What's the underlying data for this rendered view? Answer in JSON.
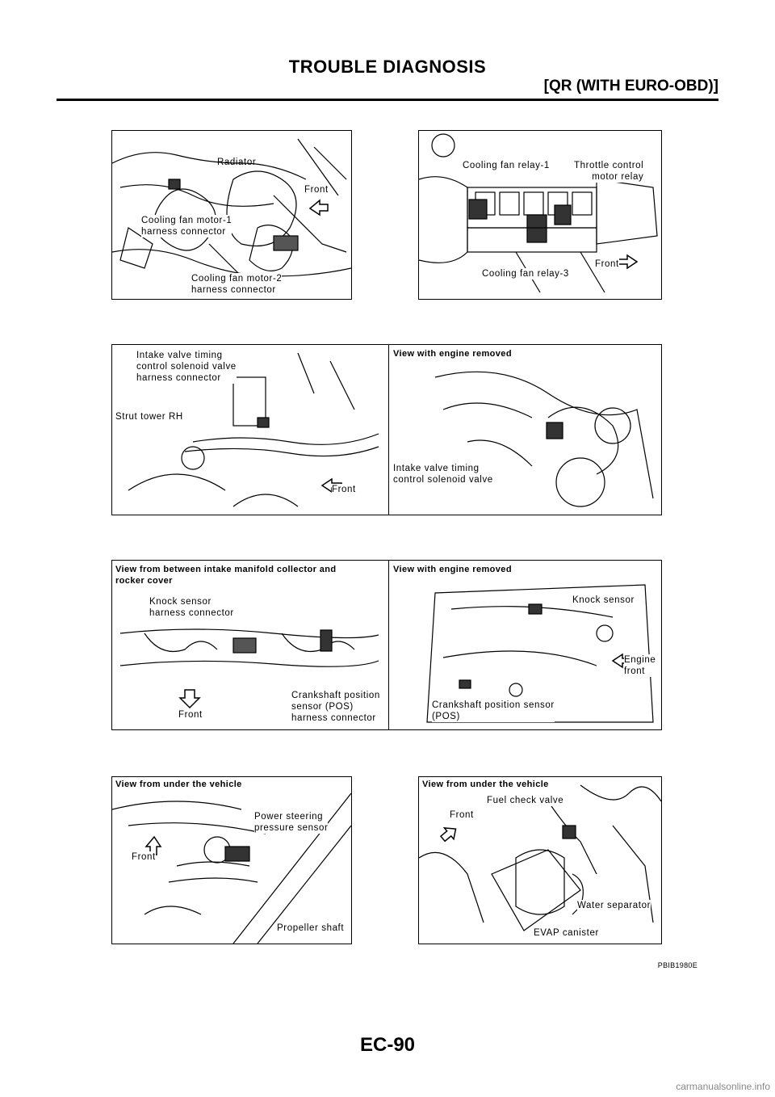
{
  "header": {
    "title": "TROUBLE DIAGNOSIS",
    "subtitle": "[QR (WITH EURO-OBD)]"
  },
  "figures": {
    "fan_motor": {
      "radiator": "Radiator",
      "front": "Front",
      "motor1": "Cooling fan motor-1\nharness connector",
      "motor2": "Cooling fan motor-2\nharness connector"
    },
    "relays": {
      "relay1": "Cooling fan relay-1",
      "throttle": "Throttle control\nmotor relay",
      "relay3": "Cooling fan relay-3",
      "front": "Front"
    },
    "ivt": {
      "connector": "Intake valve timing\ncontrol solenoid valve\nharness connector",
      "strut": "Strut tower RH",
      "front": "Front",
      "view_removed": "View with engine removed",
      "valve": "Intake valve timing\ncontrol solenoid valve"
    },
    "knock": {
      "view_between": "View from between intake manifold collector and\nrocker cover",
      "knock_connector": "Knock sensor\nharness connector",
      "front": "Front",
      "ckp_connector": "Crankshaft position\nsensor (POS)\nharness connector",
      "view_removed": "View with engine removed",
      "knock_sensor": "Knock sensor",
      "engine_front": "Engine\nfront",
      "ckp_sensor": "Crankshaft position sensor\n(POS)"
    },
    "ps": {
      "view_under": "View from under the vehicle",
      "ps_sensor": "Power steering\npressure sensor",
      "front": "Front",
      "shaft": "Propeller shaft"
    },
    "evap": {
      "view_under": "View from under the vehicle",
      "fuel_valve": "Fuel check valve",
      "front": "Front",
      "water_sep": "Water separator",
      "canister": "EVAP canister"
    }
  },
  "figure_id": "PBIB1980E",
  "page_number": "EC-90",
  "watermark": "carmanualsonline.info"
}
